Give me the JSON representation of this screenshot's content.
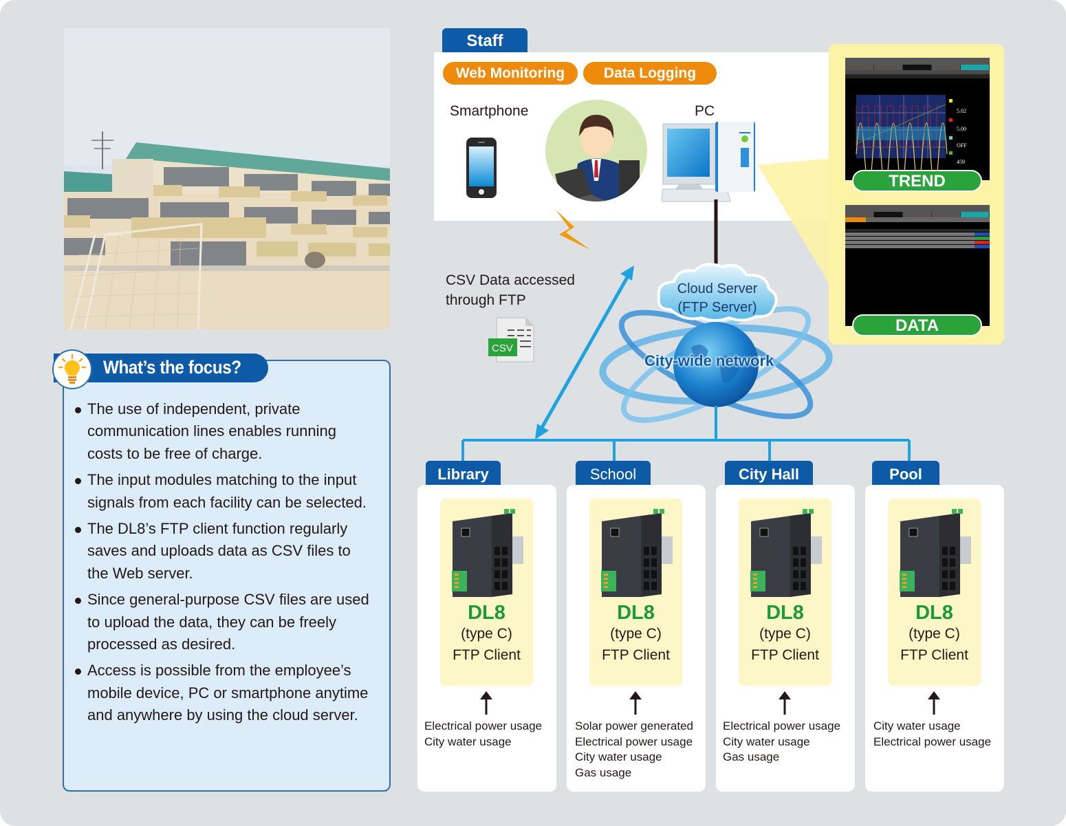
{
  "photo": {
    "alt": "School building with soccer goal"
  },
  "focus": {
    "title": "What’s the focus?",
    "icon": "lightbulb-icon",
    "items": [
      "The use of independent, private communication lines enables running costs to be free of charge.",
      "The input modules matching to the input signals from each facility can be selected.",
      "The DL8’s FTP client function regularly saves and uploads data as CSV files to the Web server.",
      "Since general-purpose CSV files are used to upload the data, they can be freely processed as desired.",
      "Access is possible from the employee’s mobile device, PC or smartphone anytime and anywhere by using the cloud server."
    ]
  },
  "staff": {
    "tab": "Staff",
    "pills": [
      "Web Monitoring",
      "Data Logging"
    ],
    "smartphone_label": "Smartphone",
    "pc_label": "PC"
  },
  "screens": {
    "trend_label": "TREND",
    "data_label": "DATA",
    "colors": {
      "panel": "#fdf3a6",
      "button": "#2aa33b"
    }
  },
  "network": {
    "csv_text": "CSV Data accessed through FTP",
    "csv_icon_label": "CSV",
    "cloud_line1": "Cloud Server",
    "cloud_line2": "(FTP Server)",
    "network_label": "City-wide network"
  },
  "facilities": [
    {
      "name": "Library",
      "device": "DL8",
      "type": "(type C)",
      "role": "FTP Client",
      "inputs": [
        "Electrical power usage",
        "City water usage"
      ]
    },
    {
      "name": "School",
      "device": "DL8",
      "type": "(type C)",
      "role": "FTP Client",
      "inputs": [
        "Solar power generated",
        "Electrical power usage",
        "City water usage",
        "Gas usage"
      ]
    },
    {
      "name": "City Hall",
      "device": "DL8",
      "type": "(type C)",
      "role": "FTP Client",
      "inputs": [
        "Electrical power usage",
        "City water usage",
        "Gas usage"
      ]
    },
    {
      "name": "Pool",
      "device": "DL8",
      "type": "(type C)",
      "role": "FTP Client",
      "inputs": [
        "City water usage",
        "Electrical power usage"
      ]
    }
  ],
  "colors": {
    "brand_blue": "#0d5aa7",
    "orange": "#ee8a0c",
    "dl8_green": "#1a9a3a",
    "line_blue": "#1ea3e0"
  }
}
